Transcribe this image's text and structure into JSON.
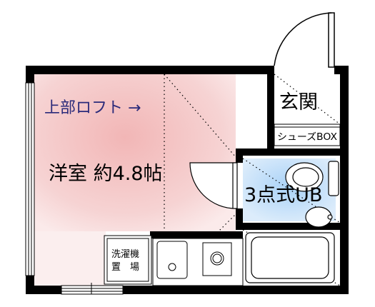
{
  "labels": {
    "loft": "上部ロフト →",
    "room": "洋室 約4.8帖",
    "entrance": "玄関",
    "shoebox": "シューズBOX",
    "bath": "3点式UB",
    "washer_line1": "洗濯機",
    "washer_line2": "置　場"
  },
  "colors": {
    "wall": "#000000",
    "room_fill": "#f4c6c6",
    "bath_fill": "#bcdcf8",
    "loft_text": "#2a2a7a",
    "text": "#000000"
  }
}
